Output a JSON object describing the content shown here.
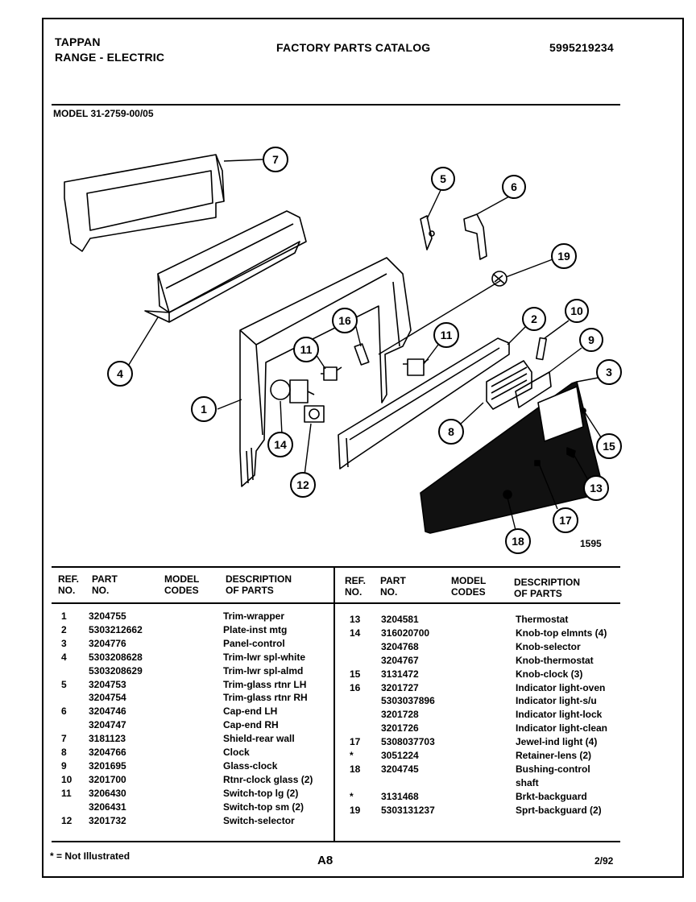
{
  "header": {
    "brand": "TAPPAN",
    "category": "RANGE - ELECTRIC",
    "catalog_title": "FACTORY PARTS CATALOG",
    "catalog_number": "5995219234"
  },
  "model_label": "MODEL 31-2759-00/05",
  "diagram": {
    "drawing_code": "1595",
    "callouts": [
      "1",
      "2",
      "3",
      "4",
      "5",
      "6",
      "7",
      "8",
      "9",
      "10",
      "11",
      "11",
      "12",
      "13",
      "14",
      "15",
      "16",
      "17",
      "18",
      "19"
    ]
  },
  "table": {
    "headers": {
      "ref_1": "REF.",
      "ref_2": "NO.",
      "part_1": "PART",
      "part_2": "NO.",
      "model_1": "MODEL",
      "model_2": "CODES",
      "desc_1": "DESCRIPTION",
      "desc_2": "OF PARTS"
    },
    "left_rows": [
      {
        "ref": "1",
        "part": "3204755",
        "desc": "Trim-wrapper"
      },
      {
        "ref": "2",
        "part": "5303212662",
        "desc": "Plate-inst mtg"
      },
      {
        "ref": "3",
        "part": "3204776",
        "desc": "Panel-control"
      },
      {
        "ref": "4",
        "part": "5303208628",
        "desc": "Trim-lwr spl-white"
      },
      {
        "ref": "",
        "part": "5303208629",
        "desc": "Trim-lwr spl-almd"
      },
      {
        "ref": "5",
        "part": "3204753",
        "desc": "Trim-glass rtnr LH"
      },
      {
        "ref": "",
        "part": "3204754",
        "desc": "Trim-glass rtnr RH"
      },
      {
        "ref": "6",
        "part": "3204746",
        "desc": "Cap-end LH"
      },
      {
        "ref": "",
        "part": "3204747",
        "desc": "Cap-end RH"
      },
      {
        "ref": "7",
        "part": "3181123",
        "desc": "Shield-rear wall"
      },
      {
        "ref": "8",
        "part": "3204766",
        "desc": "Clock"
      },
      {
        "ref": "9",
        "part": "3201695",
        "desc": "Glass-clock"
      },
      {
        "ref": "10",
        "part": "3201700",
        "desc": "Rtnr-clock glass (2)"
      },
      {
        "ref": "11",
        "part": "3206430",
        "desc": "Switch-top lg (2)"
      },
      {
        "ref": "",
        "part": "3206431",
        "desc": "Switch-top sm (2)"
      },
      {
        "ref": "12",
        "part": "3201732",
        "desc": "Switch-selector"
      }
    ],
    "right_rows": [
      {
        "ref": "13",
        "part": "3204581",
        "desc": "Thermostat"
      },
      {
        "ref": "14",
        "part": "316020700",
        "desc": "Knob-top elmnts (4)"
      },
      {
        "ref": "",
        "part": "3204768",
        "desc": "Knob-selector"
      },
      {
        "ref": "",
        "part": "3204767",
        "desc": "Knob-thermostat"
      },
      {
        "ref": "15",
        "part": "3131472",
        "desc": "Knob-clock (3)"
      },
      {
        "ref": "16",
        "part": "3201727",
        "desc": "Indicator light-oven"
      },
      {
        "ref": "",
        "part": "5303037896",
        "desc": "Indicator light-s/u"
      },
      {
        "ref": "",
        "part": "3201728",
        "desc": "Indicator light-lock"
      },
      {
        "ref": "",
        "part": "3201726",
        "desc": "Indicator light-clean"
      },
      {
        "ref": "17",
        "part": "5308037703",
        "desc": "Jewel-ind light (4)"
      },
      {
        "ref": "*",
        "part": "3051224",
        "desc": "Retainer-lens (2)"
      },
      {
        "ref": "18",
        "part": "3204745",
        "desc": "Bushing-control"
      },
      {
        "ref": "",
        "part": "",
        "desc": "shaft"
      },
      {
        "ref": "*",
        "part": "3131468",
        "desc": "Brkt-backguard"
      },
      {
        "ref": "19",
        "part": "5303131237",
        "desc": "Sprt-backguard (2)"
      }
    ]
  },
  "footer": {
    "note": "* = Not Illustrated",
    "page": "A8",
    "date": "2/92"
  }
}
